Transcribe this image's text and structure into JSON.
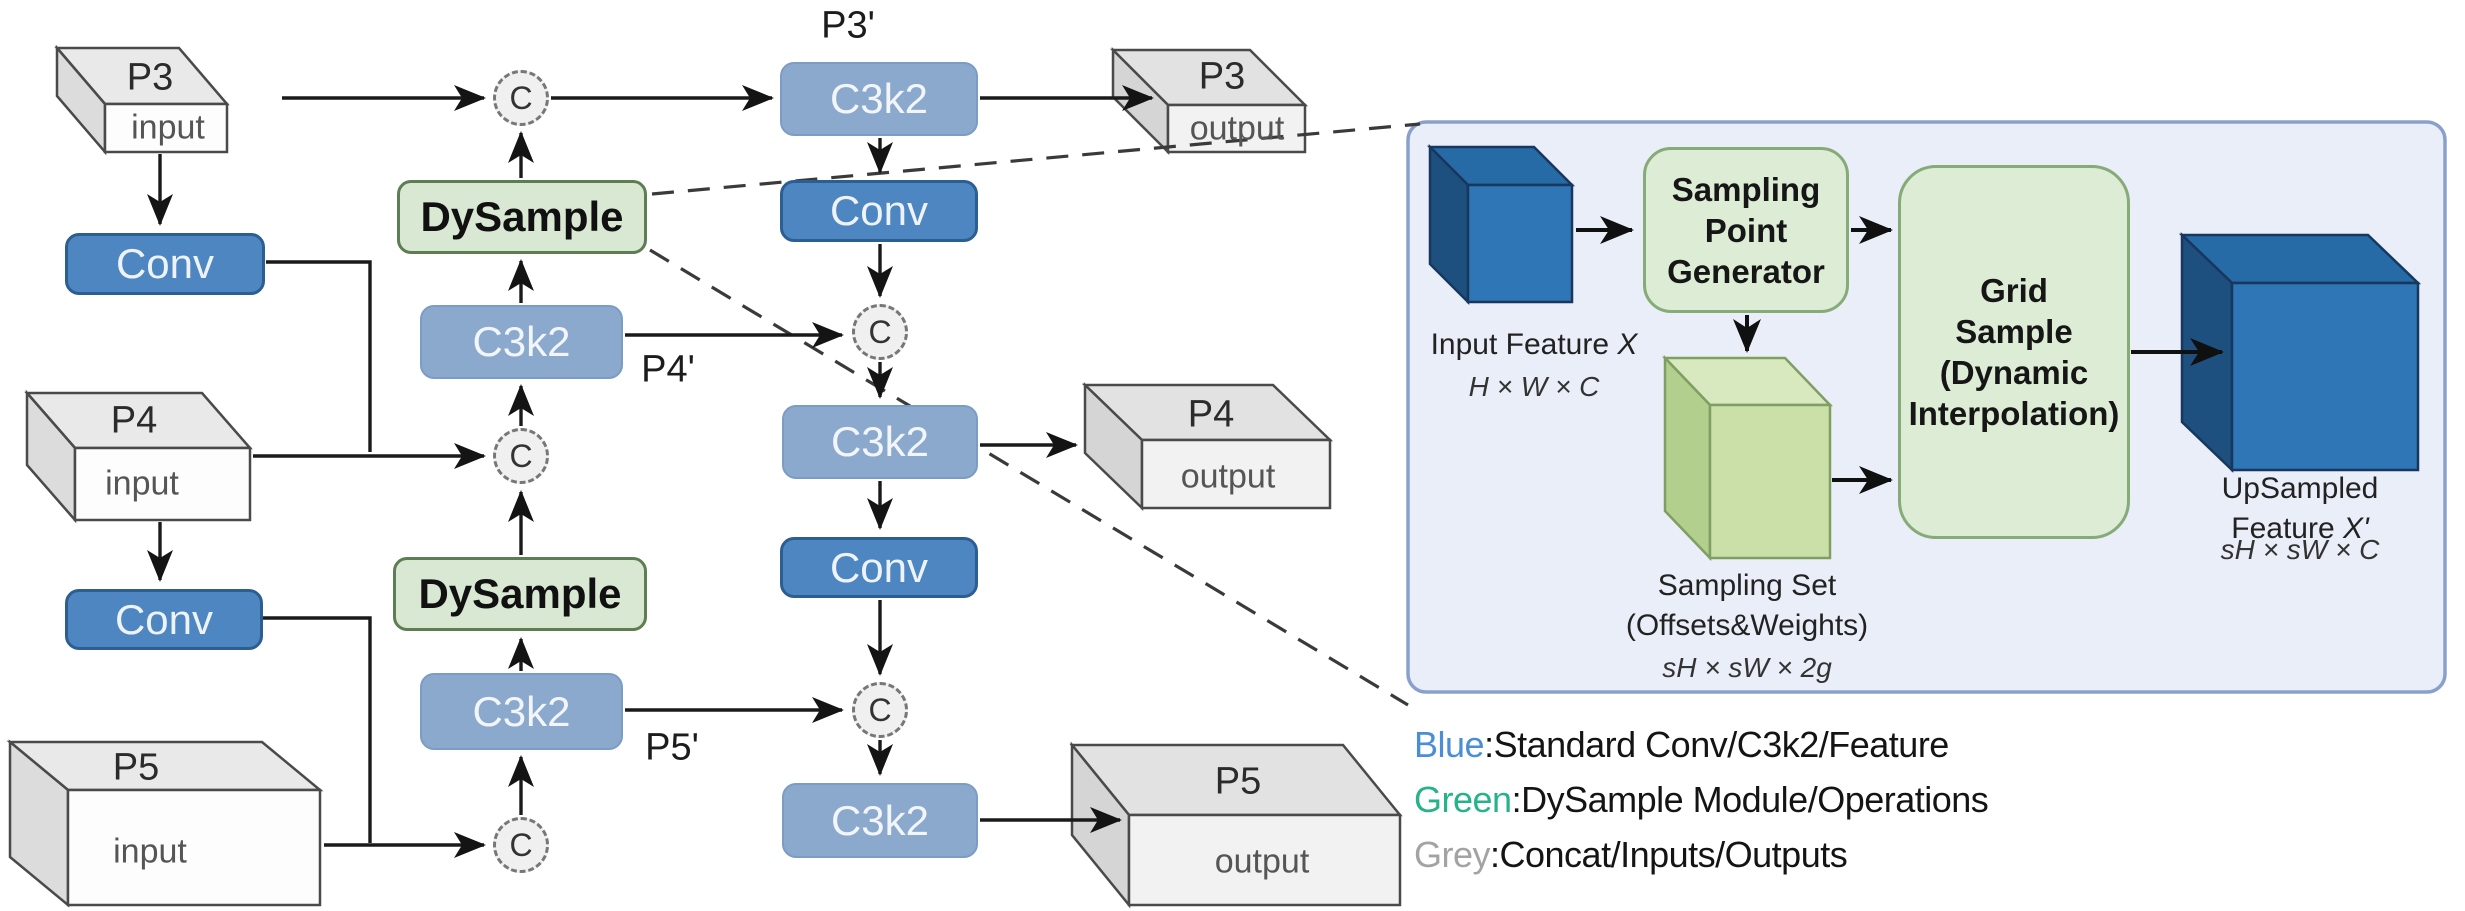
{
  "nodes": {
    "conv": "Conv",
    "c3k2": "C3k2",
    "dysample": "DySample",
    "concat": "C"
  },
  "io": {
    "p3_input": {
      "title": "P3",
      "subtitle": "input"
    },
    "p4_input": {
      "title": "P4",
      "subtitle": "input"
    },
    "p5_input": {
      "title": "P5",
      "subtitle": "input"
    },
    "p3_output": {
      "title": "P3",
      "subtitle": "output"
    },
    "p4_output": {
      "title": "P4",
      "subtitle": "output"
    },
    "p5_output": {
      "title": "P5",
      "subtitle": "output"
    }
  },
  "ports": {
    "p3_prime": "P3'",
    "p4_prime": "P4'",
    "p5_prime": "P5'"
  },
  "panel": {
    "input_feature": {
      "label": "Input Feature ",
      "var": "X",
      "dims": "H × W × C"
    },
    "sampling_point_generator": "Sampling\nPoint\nGenerator",
    "sampling_set": {
      "label": "Sampling Set\n(Offsets&Weights)",
      "dims": "sH × sW × 2g"
    },
    "grid_sample": "Grid\nSample\n(Dynamic\nInterpolation)",
    "upsampled_feature": {
      "label": "UpSampled Feature ",
      "var": "X'",
      "dims": "sH × sW × C"
    }
  },
  "legend": [
    {
      "key": "Blue",
      "rest": ":Standard Conv/C3k2/Feature",
      "color": "#4a8fd3"
    },
    {
      "key": "Green",
      "rest": ":DySample Module/Operations",
      "color": "#26b28b"
    },
    {
      "key": "Grey",
      "rest": ":Concat/Inputs/Outputs",
      "color": "#a3a3a3"
    }
  ],
  "colors": {
    "conv_fill": "#4d86c0",
    "conv_border": "#2d5e91",
    "c3k2_fill": "#8ba9cd",
    "dysample_fill": "#d9e8d2",
    "dysample_border": "#5d7e52",
    "concat_fill": "#f0f0f0",
    "panel_bg": "#e9eef8",
    "panel_border": "#8aa0cc",
    "panel_green_box": "#ddecd5",
    "panel_green_border": "#86aa78",
    "blue_cube_front": "#2e76b6",
    "green_cube_front": "#cbe0a9",
    "slab_front": "#fdfdfd",
    "legend_blue": "#4a8fd3",
    "legend_green": "#26b28b",
    "legend_grey": "#a3a3a3"
  }
}
